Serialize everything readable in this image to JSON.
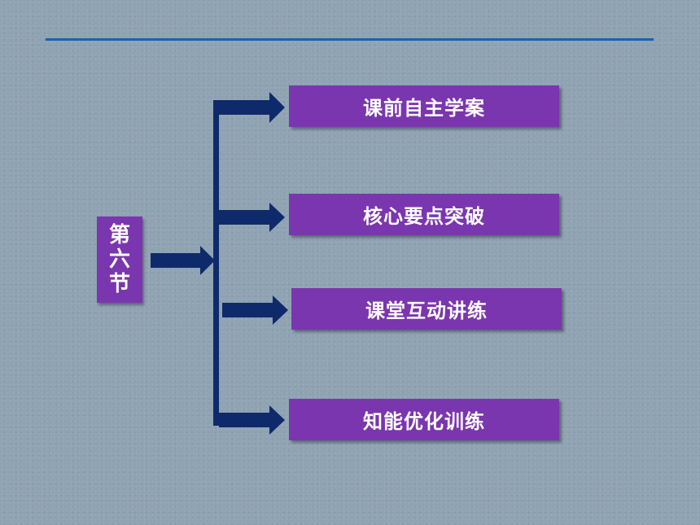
{
  "section": {
    "label": "第六节"
  },
  "items": [
    {
      "label": "课前自主学案"
    },
    {
      "label": "核心要点突破"
    },
    {
      "label": "课堂互动讲练"
    },
    {
      "label": "知能优化训练"
    }
  ],
  "colors": {
    "box": "#7a36ae",
    "arrow": "#0f2a6b",
    "rule": "#1464b4",
    "background": "#8fa3b3"
  }
}
